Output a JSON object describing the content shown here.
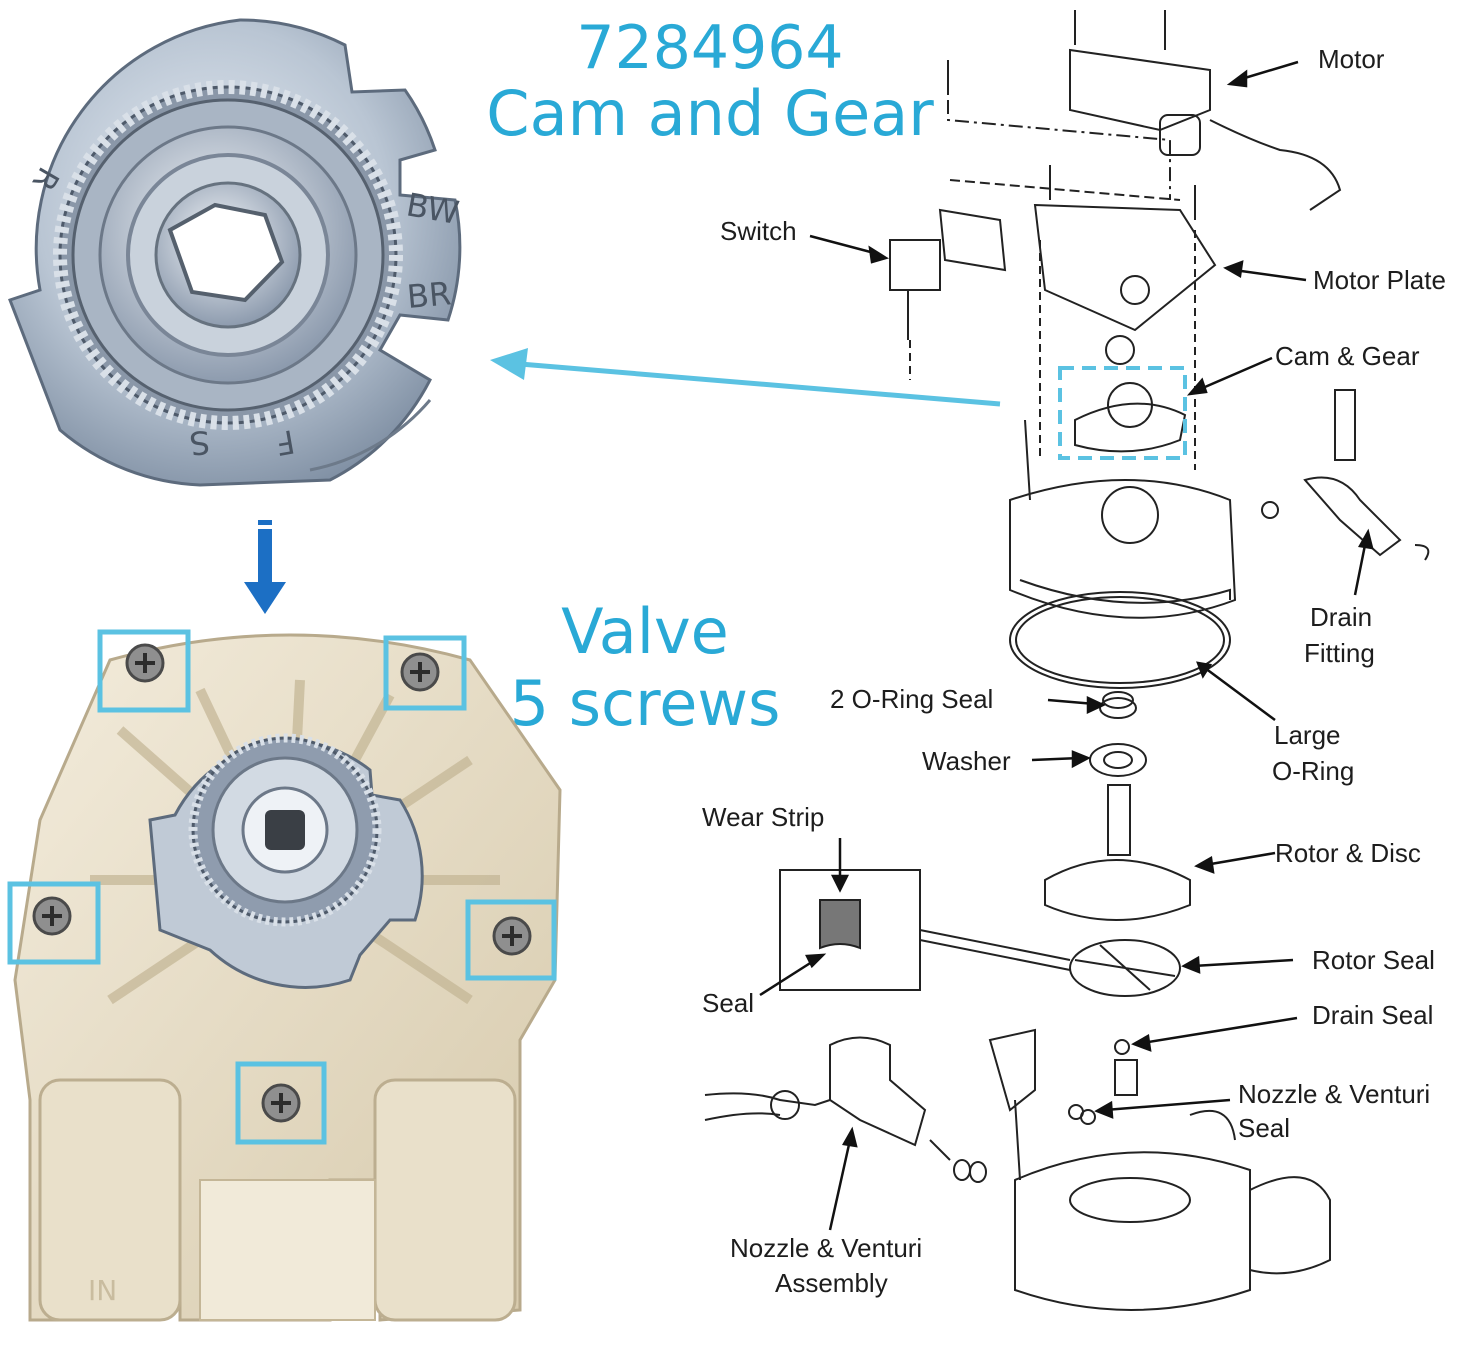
{
  "headings": {
    "part_number": "7284964",
    "part_name": "Cam and Gear",
    "valve": "Valve",
    "screws": "5 screws"
  },
  "cam_markings": {
    "bw": "BW",
    "br": "BR",
    "r": "R",
    "s": "S",
    "f": "F"
  },
  "valve_markings": {
    "inlet": "IN"
  },
  "callouts": {
    "motor": "Motor",
    "switch": "Switch",
    "motor_plate": "Motor Plate",
    "cam_gear": "Cam & Gear",
    "drain_fitting_1": "Drain",
    "drain_fitting_2": "Fitting",
    "o_ring_seal": "2 O-Ring Seal",
    "washer": "Washer",
    "large_oring_1": "Large",
    "large_oring_2": "O-Ring",
    "wear_strip": "Wear Strip",
    "rotor_disc": "Rotor & Disc",
    "rotor_seal": "Rotor Seal",
    "seal": "Seal",
    "drain_seal": "Drain Seal",
    "nozzle_seal_1": "Nozzle & Venturi",
    "nozzle_seal_2": "Seal",
    "nozzle_assembly_1": "Nozzle & Venturi",
    "nozzle_assembly_2": "Assembly"
  },
  "colors": {
    "accent": "#29a9d6",
    "highlight_box": "#5bc2e2",
    "down_arrow": "#1c6fc4",
    "cam_metal": "#b9c5d3",
    "valve_plastic": "#e7ddc6",
    "line_art": "#222222"
  },
  "screw_count": 5
}
